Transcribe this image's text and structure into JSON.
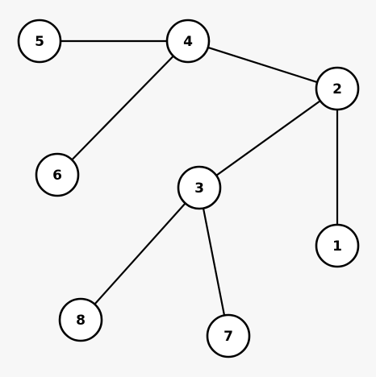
{
  "graph": {
    "nodes": [
      {
        "id": "5",
        "label": "5"
      },
      {
        "id": "4",
        "label": "4"
      },
      {
        "id": "2",
        "label": "2"
      },
      {
        "id": "6",
        "label": "6"
      },
      {
        "id": "3",
        "label": "3"
      },
      {
        "id": "1",
        "label": "1"
      },
      {
        "id": "8",
        "label": "8"
      },
      {
        "id": "7",
        "label": "7"
      }
    ],
    "edges": [
      {
        "from": "5",
        "to": "4"
      },
      {
        "from": "4",
        "to": "2"
      },
      {
        "from": "4",
        "to": "6"
      },
      {
        "from": "2",
        "to": "3"
      },
      {
        "from": "2",
        "to": "1"
      },
      {
        "from": "3",
        "to": "8"
      },
      {
        "from": "3",
        "to": "7"
      }
    ]
  }
}
